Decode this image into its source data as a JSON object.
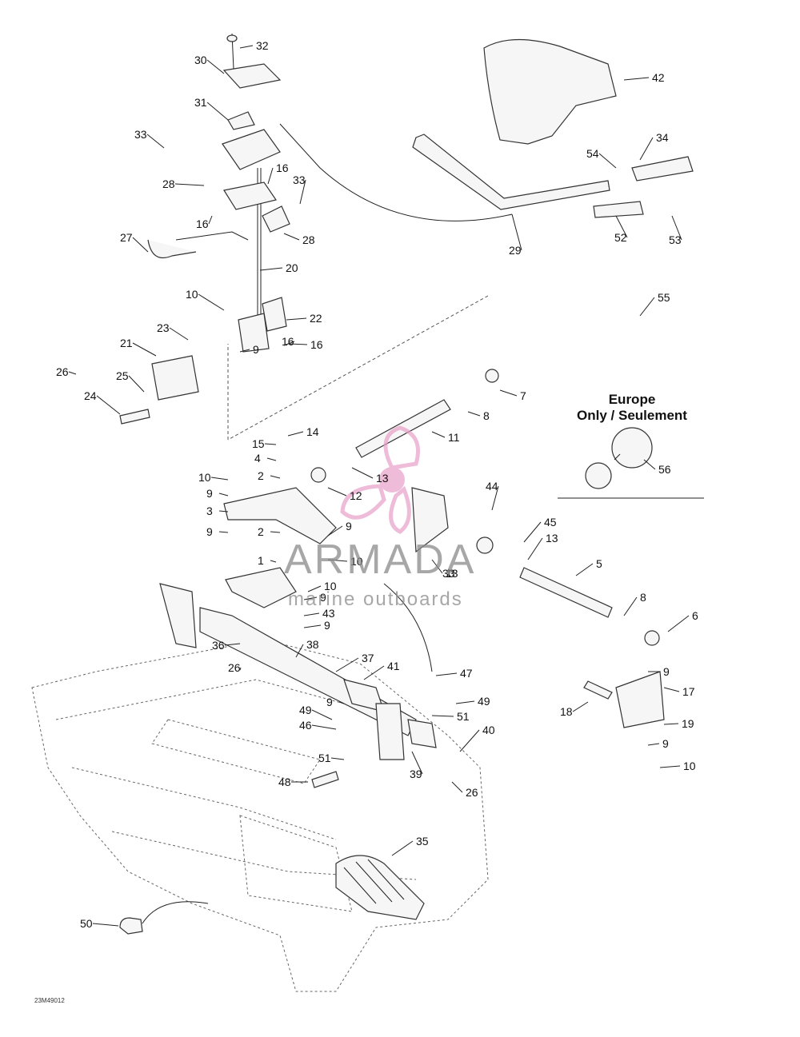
{
  "diagram": {
    "section_heading_line1": "Europe",
    "section_heading_line2": "Only / Seulement",
    "drawing_number": "23M49012",
    "watermark": {
      "brand": "ARMADA",
      "tagline": "marine outboards",
      "color": "#e8a0c8"
    },
    "labels": [
      "1",
      "2",
      "2",
      "3",
      "4",
      "5",
      "6",
      "7",
      "8",
      "8",
      "9",
      "9",
      "9",
      "9",
      "9",
      "9",
      "9",
      "9",
      "9",
      "10",
      "10",
      "10",
      "10",
      "10",
      "11",
      "12",
      "13",
      "13",
      "13",
      "14",
      "15",
      "16",
      "16",
      "16",
      "16",
      "17",
      "18",
      "19",
      "20",
      "21",
      "22",
      "23",
      "24",
      "25",
      "26",
      "26",
      "26",
      "27",
      "28",
      "28",
      "29",
      "30",
      "31",
      "32",
      "33",
      "33",
      "33",
      "34",
      "35",
      "36",
      "37",
      "38",
      "39",
      "40",
      "41",
      "42",
      "43",
      "44",
      "45",
      "46",
      "47",
      "48",
      "49",
      "49",
      "50",
      "51",
      "51",
      "52",
      "53",
      "54",
      "55",
      "56"
    ]
  }
}
